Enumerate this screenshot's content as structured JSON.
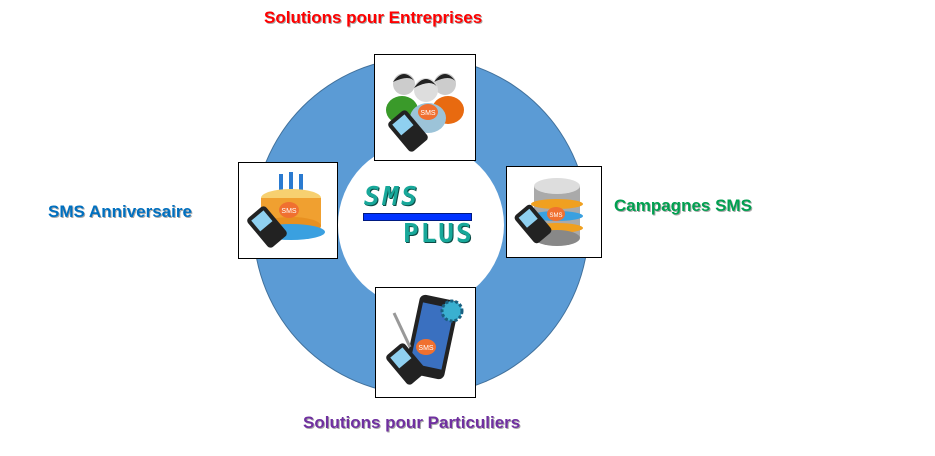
{
  "labels": {
    "top": "Solutions pour Entreprises",
    "left": "SMS Anniversaire",
    "right": "Campagnes SMS",
    "bottom": "Solutions pour Particuliers"
  },
  "logo": {
    "line1": "SMS",
    "line2": "PLUS"
  },
  "icons": {
    "top": "users-sms-icon",
    "left": "birthday-cake-sms-icon",
    "right": "database-sms-icon",
    "bottom": "smartphone-gear-sms-icon"
  },
  "bubble_text": "SMS",
  "colors": {
    "top": "#ff0000",
    "left": "#0070c0",
    "right": "#00a050",
    "bottom": "#7030a0",
    "ring": "#5b9bd5"
  }
}
